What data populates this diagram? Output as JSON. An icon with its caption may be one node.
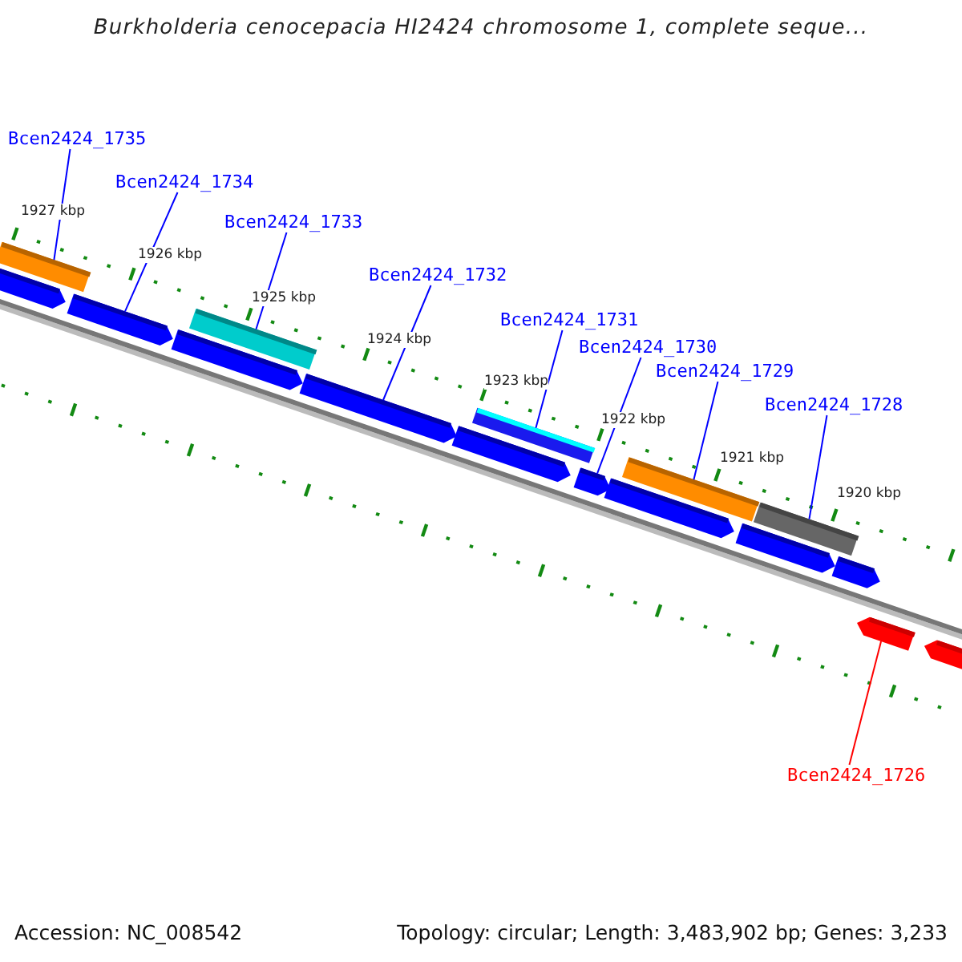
{
  "diagram": {
    "title": "Burkholderia cenocepacia HI2424 chromosome 1, complete seque...",
    "nodes": [
      {
        "text": [
          "Bcen2424_1735"
        ]
      },
      {
        "text": [
          "Bcen2424_1734"
        ]
      },
      {
        "text": [
          "Bcen2424_1733"
        ]
      },
      {
        "text": [
          "Bcen2424_1732"
        ]
      },
      {
        "text": [
          "Bcen2424_1731"
        ]
      },
      {
        "text": [
          "Bcen2424_1730"
        ]
      },
      {
        "text": [
          "Bcen2424_1729"
        ]
      },
      {
        "text": [
          "Bcen2424_1728"
        ]
      },
      {
        "text": [
          "Bcen2424_1726"
        ]
      },
      {
        "text": [],
        "shape": "bar"
      },
      {
        "text": [],
        "shape": "bar"
      },
      {
        "text": [],
        "shape": "bar"
      },
      {
        "text": [],
        "shape": "bar"
      },
      {
        "text": [],
        "shape": "bar"
      },
      {
        "text": [],
        "shape": "bar"
      },
      {
        "text": [],
        "shape": "bar"
      },
      {
        "text": [],
        "shape": "bar"
      },
      {
        "text": [],
        "shape": "bar"
      },
      {
        "text": [],
        "shape": "bar"
      },
      {
        "text": [],
        "shape": "bar"
      },
      {
        "text": [],
        "shape": "bar"
      },
      {
        "text": [],
        "shape": "bar"
      },
      {
        "text": [],
        "shape": "bar"
      },
      {
        "text": [],
        "shape": "bar"
      },
      {
        "text": [],
        "shape": "bar"
      }
    ],
    "edges": [
      {
        "from": 0,
        "to": 10,
        "arrow": "none"
      },
      {
        "from": 1,
        "to": 11,
        "arrow": "none"
      },
      {
        "from": 2,
        "to": 13,
        "arrow": "none"
      },
      {
        "from": 3,
        "to": 14,
        "arrow": "none"
      },
      {
        "from": 4,
        "to": 16,
        "arrow": "none"
      },
      {
        "from": 5,
        "to": 17,
        "arrow": "none"
      },
      {
        "from": 6,
        "to": 19,
        "arrow": "none"
      },
      {
        "from": 7,
        "to": 21,
        "arrow": "none"
      },
      {
        "from": 8,
        "to": 23,
        "arrow": "none",
        "color": "#ff0000"
      }
    ],
    "labels": [
      "1927 kbp",
      "1926 kbp",
      "1925 kbp",
      "1924 kbp",
      "1923 kbp",
      "1922 kbp",
      "1921 kbp",
      "1920 kbp",
      "Accession: NC_008542",
      "Topology: circular; Length: 3,483,902 bp; Genes: 3,233"
    ]
  }
}
